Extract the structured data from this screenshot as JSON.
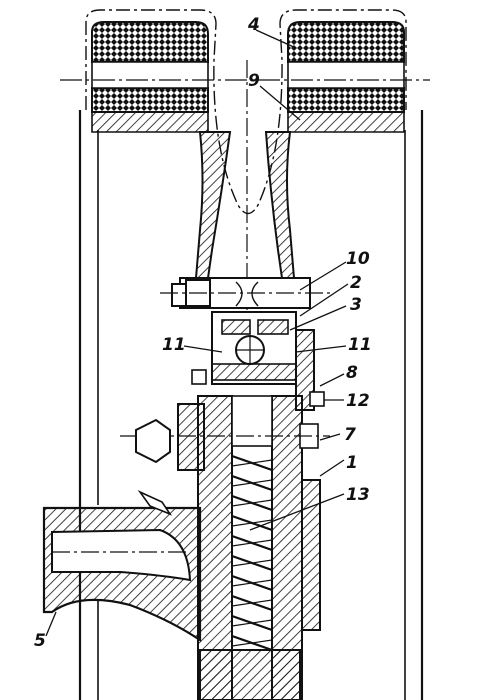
{
  "drawing": {
    "callouts": {
      "c1": "1",
      "c2": "2",
      "c3": "3",
      "c4": "4",
      "c5": "5",
      "c7": "7",
      "c8": "8",
      "c9": "9",
      "c10": "10",
      "c11a": "11",
      "c11b": "11",
      "c12": "12",
      "c13": "13"
    }
  }
}
